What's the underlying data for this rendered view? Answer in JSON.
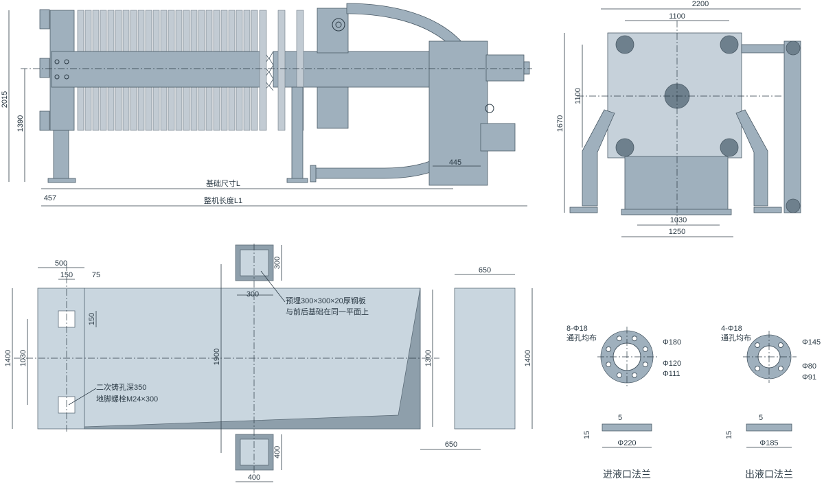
{
  "side_view": {
    "dim_2015": "2015",
    "dim_1390": "1390",
    "dim_457": "457",
    "dim_445": "445",
    "label_base_L": "基础尺寸L",
    "label_total_L1": "整机长度L1"
  },
  "end_view": {
    "dim_2200": "2200",
    "dim_1100_top": "1100",
    "dim_1100_side": "1100",
    "dim_1670": "1670",
    "dim_1030": "1030",
    "dim_1250": "1250"
  },
  "foundation_plan": {
    "dim_500": "500",
    "dim_150_top": "150",
    "dim_75": "75",
    "dim_150_side": "150",
    "dim_1400_left": "1400",
    "dim_1030_left": "1030",
    "dim_300_top_h": "300",
    "dim_300_top_v": "300",
    "dim_1900": "1900",
    "dim_1300": "1300",
    "dim_650_right": "650",
    "dim_650_top": "650",
    "dim_1400_right": "1400",
    "dim_400_v": "400",
    "dim_400_h": "400",
    "note_plate_1": "预埋300×300×20厚钢板",
    "note_plate_2": "与前后基础在同一平面上",
    "note_hole": "二次铸孔深350",
    "note_bolt": "地脚螺栓M24×300"
  },
  "inlet_flange": {
    "holes": "8-Φ18",
    "holes_note": "通孔均布",
    "d_outer": "Φ180",
    "d_pcd": "Φ120",
    "d_inner": "Φ111",
    "thk_5": "5",
    "thk_15": "15",
    "d_face": "Φ220",
    "caption": "进液口法兰"
  },
  "outlet_flange": {
    "holes": "4-Φ18",
    "holes_note": "通孔均布",
    "d_outer": "Φ145",
    "d_pcd": "Φ80",
    "d_inner": "Φ91",
    "thk_5": "5",
    "thk_15": "15",
    "d_face": "Φ185",
    "caption": "出液口法兰"
  },
  "colors": {
    "machine": "#9fb0bd",
    "plates": "#c2cbd3",
    "foundation": "#c9d6df",
    "shadow": "#6e808d"
  }
}
